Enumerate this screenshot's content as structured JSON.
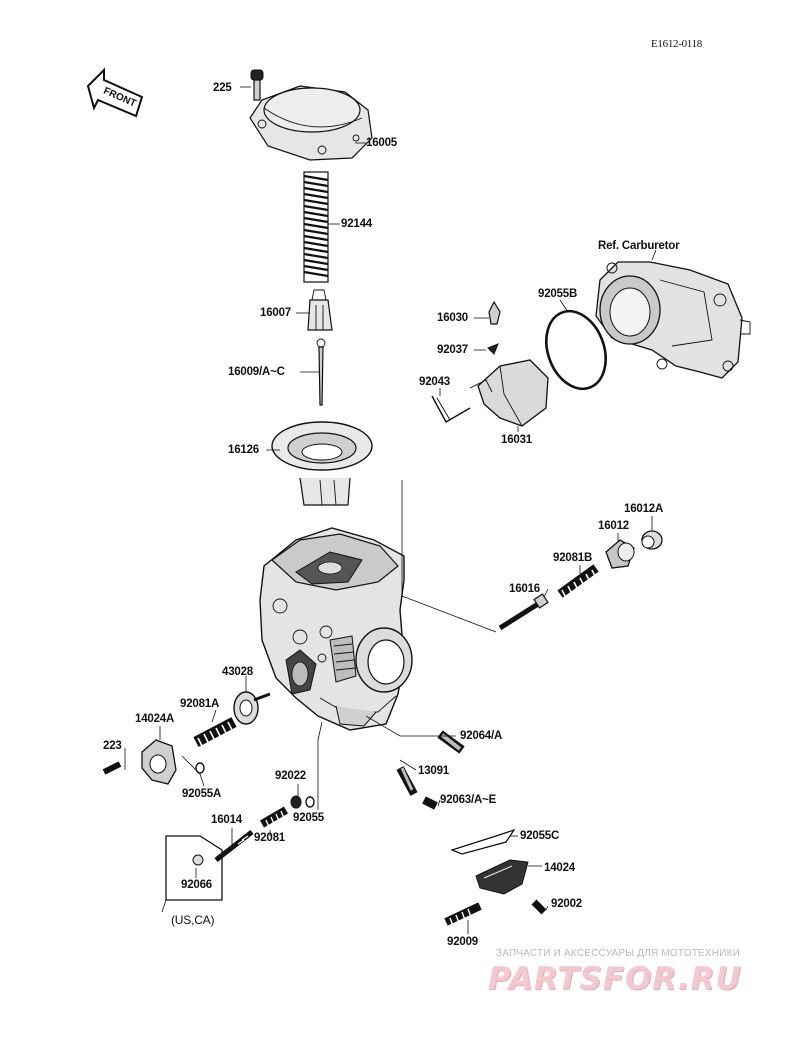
{
  "diagram_code": "E1612-0118",
  "front_arrow": "FRONT",
  "reference": "Ref. Carburetor",
  "region_note": "(US,CA)",
  "watermark": {
    "subtitle": "ЗАПЧАСТИ И АКСЕССУАРЫ ДЛЯ МОТОТЕХНИКИ",
    "logo": "PARTSFOR.RU"
  },
  "parts": {
    "p225": "225",
    "p16005": "16005",
    "p92144": "92144",
    "p16007": "16007",
    "p16009": "16009/A~C",
    "p16126": "16126",
    "p16030": "16030",
    "p92037": "92037",
    "p92043": "92043",
    "p16031": "16031",
    "p92055B": "92055B",
    "p16012A": "16012A",
    "p16012": "16012",
    "p92081B": "92081B",
    "p16016": "16016",
    "p43028": "43028",
    "p92081A": "92081A",
    "p14024A": "14024A",
    "p223": "223",
    "p92055A": "92055A",
    "p92064": "92064/A",
    "p13091": "13091",
    "p92022": "92022",
    "p92063": "92063/A~E",
    "p16014": "16014",
    "p92055": "92055",
    "p92081": "92081",
    "p92066": "92066",
    "p92055C": "92055C",
    "p14024": "14024",
    "p92002": "92002",
    "p92009": "92009"
  }
}
